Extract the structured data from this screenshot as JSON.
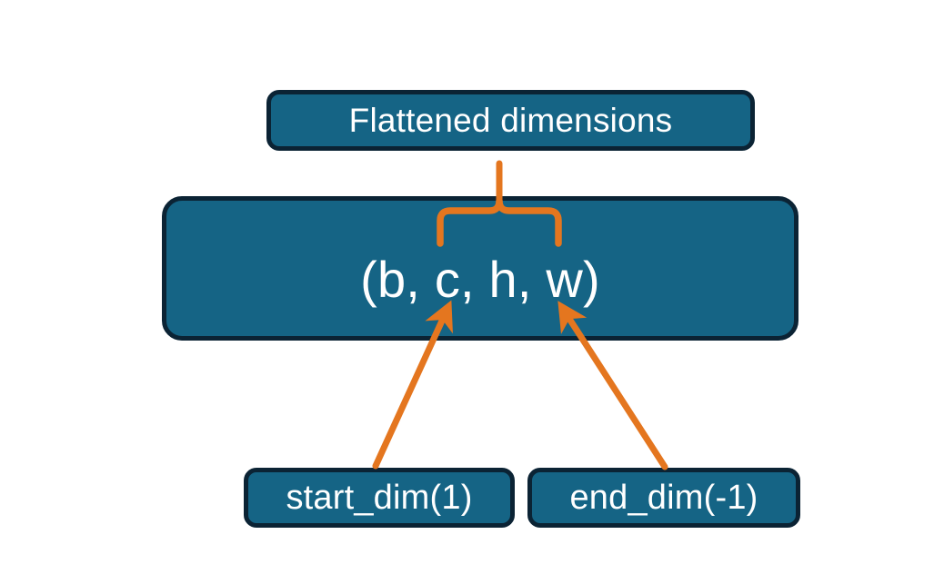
{
  "diagram": {
    "title_node": "Flattened dimensions",
    "shape_node": "(b, c, h, w)",
    "start_node": "start_dim(1)",
    "end_node": "end_dim(-1)",
    "colors": {
      "node_fill": "#156485",
      "node_border": "#0b2334",
      "node_text": "#ffffff",
      "connector": "#e4761f",
      "background": "#ffffff"
    },
    "connectors": [
      {
        "name": "flattened-brace",
        "kind": "curly-brace-pointer",
        "from": "shape-node-span-c-to-w",
        "to": "Flattened dimensions"
      },
      {
        "name": "start-dim-arrow",
        "kind": "arrow",
        "from": "start_dim(1)",
        "to": "c in (b, c, h, w)"
      },
      {
        "name": "end-dim-arrow",
        "kind": "arrow",
        "from": "end_dim(-1)",
        "to": "w in (b, c, h, w)"
      }
    ]
  }
}
